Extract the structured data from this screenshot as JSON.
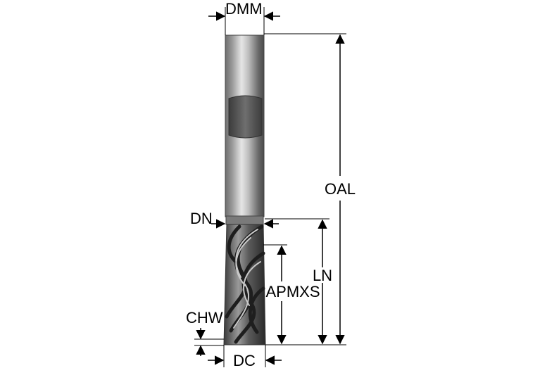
{
  "labels": {
    "dmm": "DMM",
    "oal": "OAL",
    "dn": "DN",
    "ln": "LN",
    "apmxs": "APMXS",
    "chw": "CHW",
    "dc": "DC"
  },
  "colors": {
    "ink": "#000000",
    "shank_light": "#cfcfcf",
    "shank_dark": "#5a5a5a",
    "flute_dark": "#2e2e2e"
  }
}
